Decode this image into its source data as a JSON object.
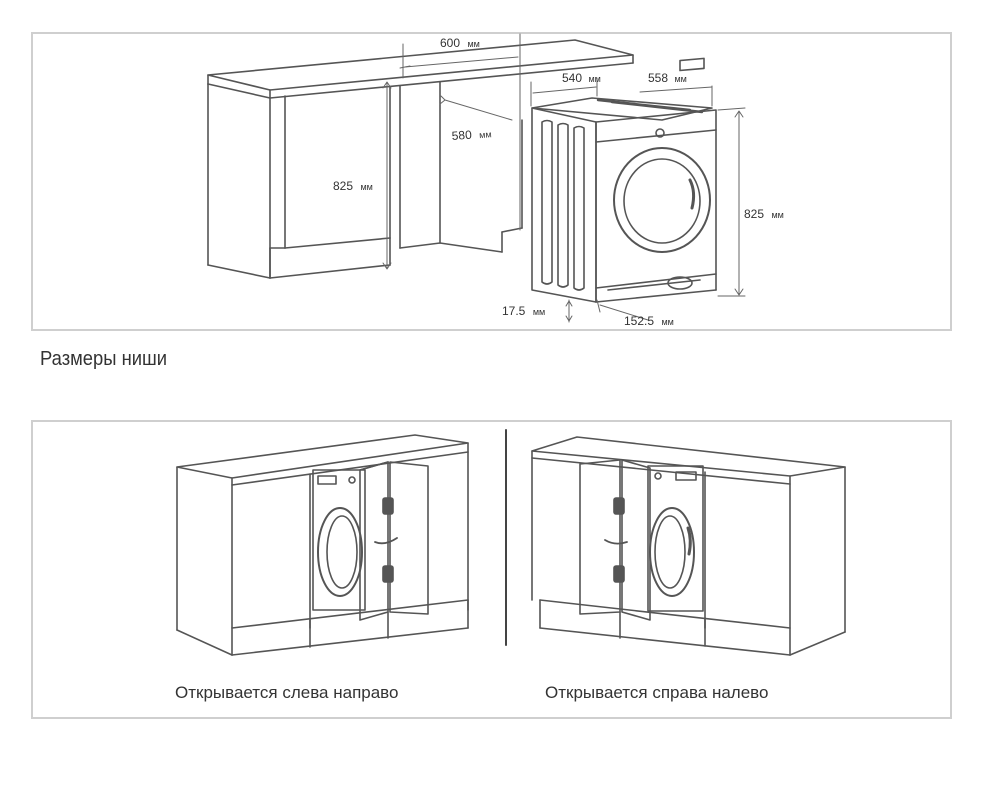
{
  "top_diagram": {
    "dims": {
      "niche_width": "600",
      "niche_depth": "580",
      "niche_height": "825",
      "machine_width": "540",
      "machine_depth": "558",
      "machine_height": "825",
      "foot_clearance": "17.5",
      "door_offset": "152.5"
    },
    "units": {
      "niche_width": "мм",
      "niche_depth": "мм",
      "niche_height": "мм",
      "machine_width": "мм",
      "machine_depth": "мм",
      "machine_height": "мм",
      "foot_clearance": "мм",
      "door_offset": "мм"
    }
  },
  "section_caption": "Размеры ниши",
  "bottom_diagrams": {
    "left_caption": "Открывается слева направо",
    "right_caption": "Открывается справа налево"
  }
}
